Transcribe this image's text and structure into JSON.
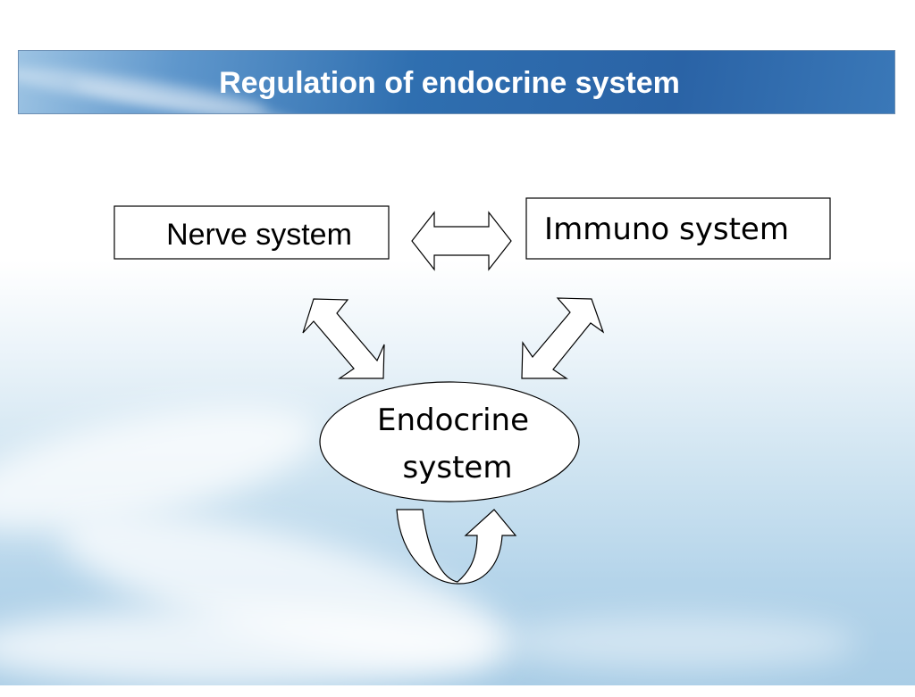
{
  "slide": {
    "title": "Regulation of endocrine system"
  },
  "diagram": {
    "nodes": [
      {
        "id": "nerve",
        "label": "Nerve system"
      },
      {
        "id": "immuno",
        "label": "Immuno system"
      },
      {
        "id": "endocrine",
        "label_line1": "Endocrine",
        "label_line2": "system"
      }
    ],
    "connections": [
      {
        "from": "nerve",
        "to": "immuno",
        "type": "bidirectional"
      },
      {
        "from": "nerve",
        "to": "endocrine",
        "type": "bidirectional"
      },
      {
        "from": "immuno",
        "to": "endocrine",
        "type": "bidirectional"
      },
      {
        "from": "endocrine",
        "to": "endocrine",
        "type": "self-loop"
      }
    ]
  }
}
